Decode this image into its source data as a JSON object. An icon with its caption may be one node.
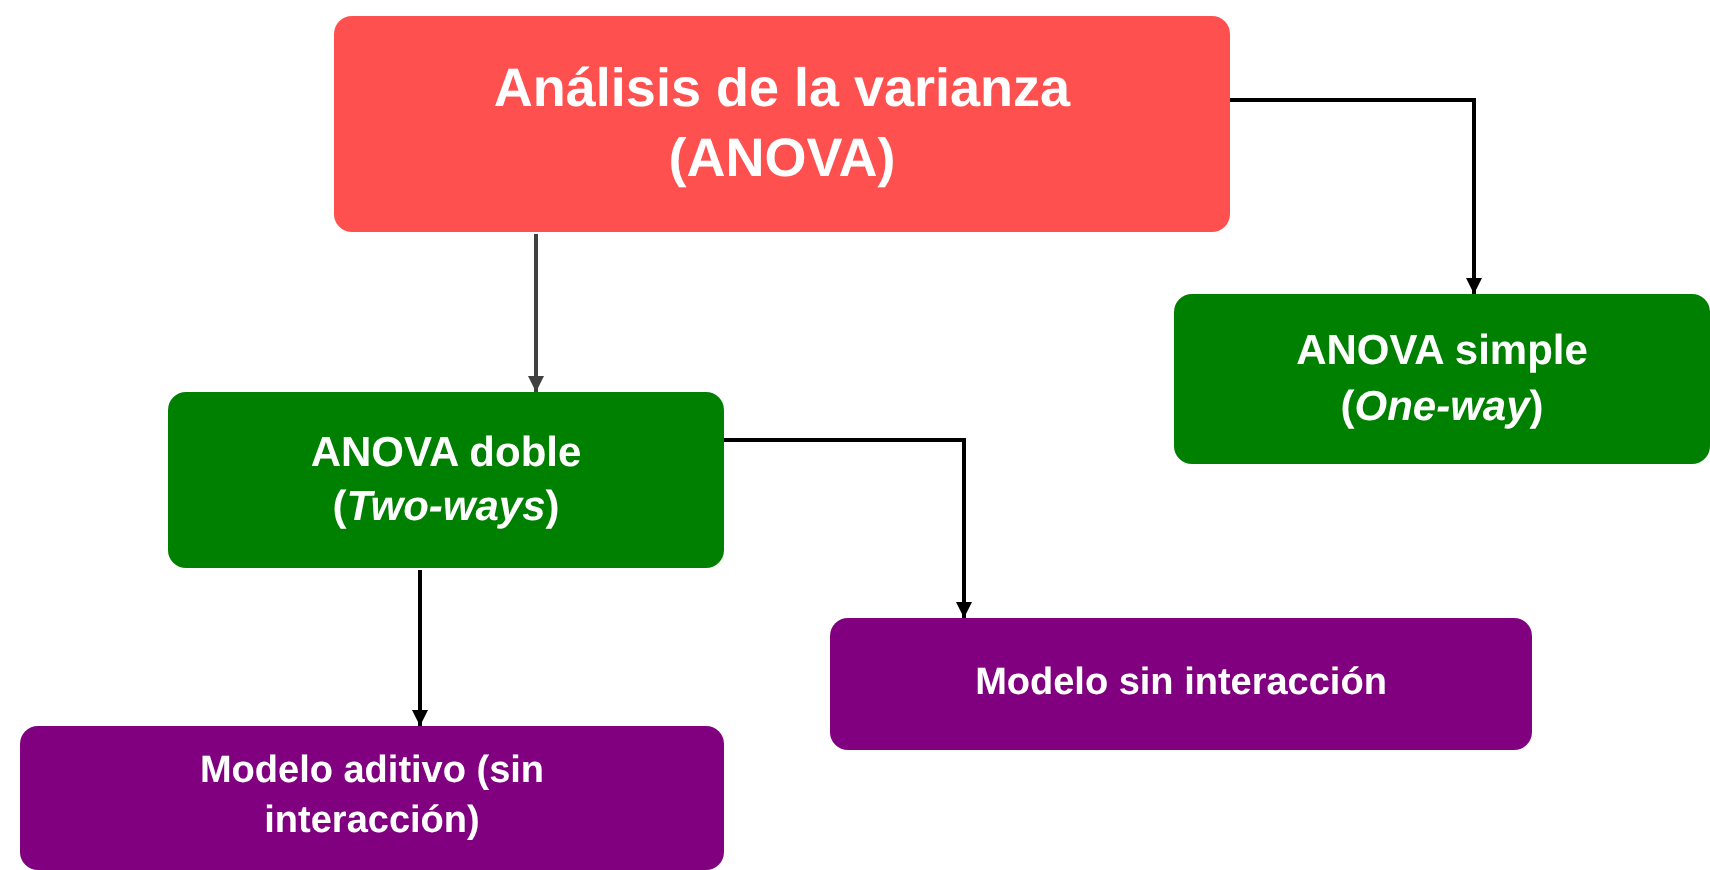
{
  "diagram": {
    "nodes": [
      {
        "text": [
          "Análisis de la varianza (ANOVA)"
        ]
      },
      {
        "text": [
          "ANOVA simple (*One-way*)"
        ]
      },
      {
        "text": [
          "ANOVA doble (*Two-ways*)"
        ]
      },
      {
        "text": [
          "Modelo sin interacción"
        ]
      },
      {
        "text": [
          "Modelo aditivo (sin interacción)"
        ]
      }
    ],
    "edges": [
      {
        "from": 0,
        "to": 1,
        "arrow": "to"
      },
      {
        "from": 0,
        "to": 2,
        "arrow": "to",
        "color": "#404040"
      },
      {
        "from": 2,
        "to": 3,
        "arrow": "to"
      },
      {
        "from": 2,
        "to": 4,
        "arrow": "to"
      }
    ]
  }
}
